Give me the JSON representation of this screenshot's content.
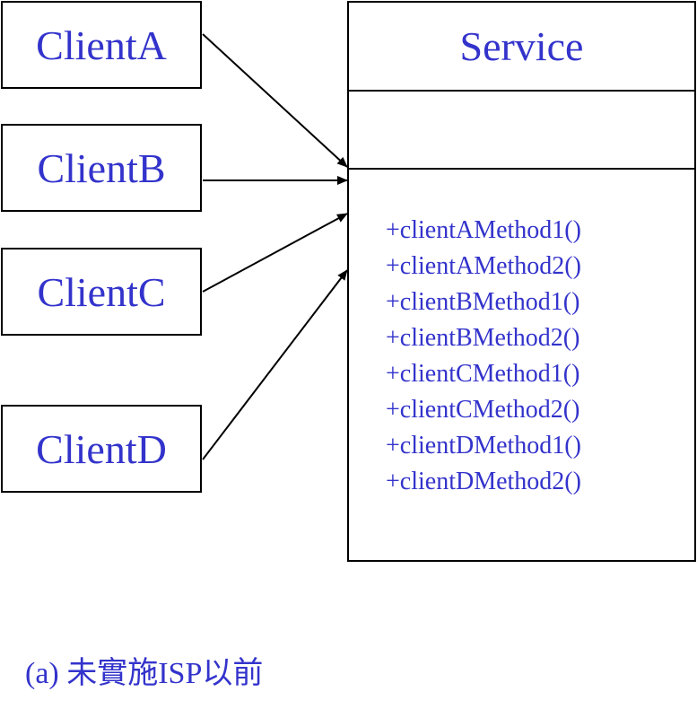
{
  "clients": [
    {
      "id": "client-a",
      "label": "ClientA"
    },
    {
      "id": "client-b",
      "label": "ClientB"
    },
    {
      "id": "client-c",
      "label": "ClientC"
    },
    {
      "id": "client-d",
      "label": "ClientD"
    }
  ],
  "service": {
    "title": "Service",
    "methods": [
      "+clientAMethod1()",
      "+clientAMethod2()",
      "+clientBMethod1()",
      "+clientBMethod2()",
      "+clientCMethod1()",
      "+clientCMethod2()",
      "+clientDMethod1()",
      "+clientDMethod2()"
    ]
  },
  "caption": "(a) 未實施ISP以前",
  "colors": {
    "text": "#3333cc",
    "line": "#000000"
  }
}
